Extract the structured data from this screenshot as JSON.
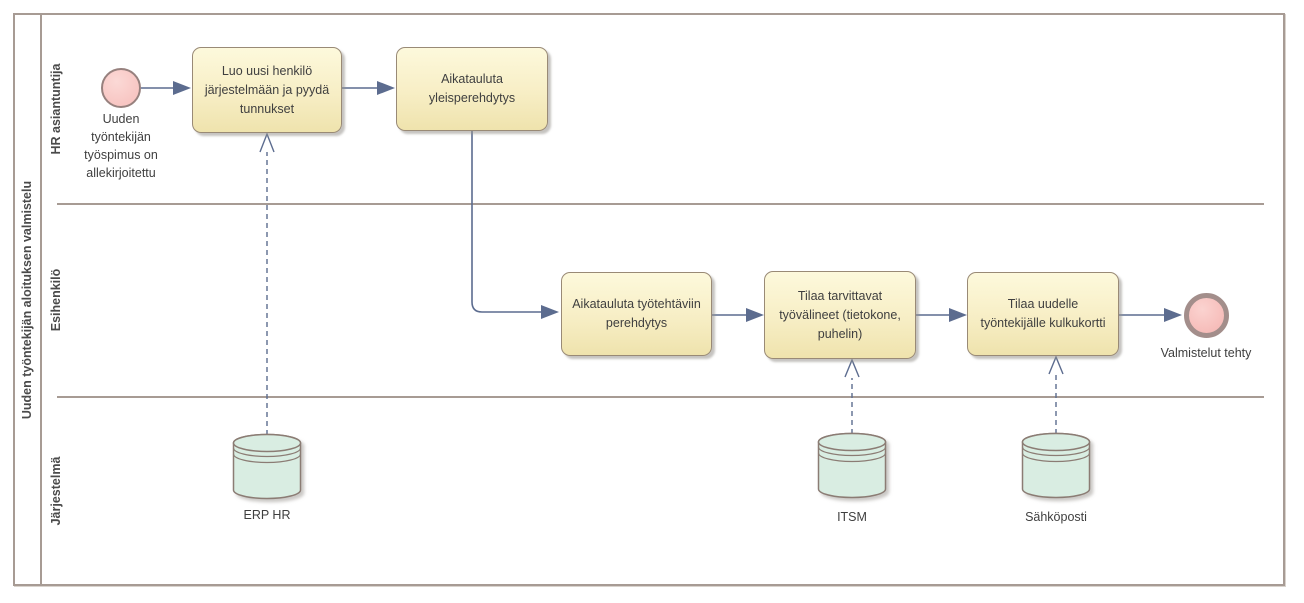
{
  "pool": {
    "title": "Uuden työntekijän aloituksen valmistelu",
    "lanes": [
      {
        "label": "HR asiantuntija"
      },
      {
        "label": "Esihenkilö"
      },
      {
        "label": "Järjestelmä"
      }
    ]
  },
  "events": {
    "start": {
      "label": "Uuden työntekijän työspimus on allekirjoitettu"
    },
    "end": {
      "label": "Valmistelut tehty"
    }
  },
  "tasks": [
    {
      "label": "Luo uusi henkilö järjestelmään ja pyydä tunnukset"
    },
    {
      "label": "Aikatauluta yleisperehdytys"
    },
    {
      "label": "Aikatauluta työtehtäviin perehdytys"
    },
    {
      "label": "Tilaa tarvittavat työvälineet (tietokone, puhelin)"
    },
    {
      "label": "Tilaa uudelle työntekijälle kulkukortti"
    }
  ],
  "datastores": [
    {
      "label": "ERP HR"
    },
    {
      "label": "ITSM"
    },
    {
      "label": "Sähköposti"
    }
  ],
  "colors": {
    "frame": "#a79b94",
    "flow": "#5c6c8f",
    "task_border": "#998a76",
    "task_top": "#fdf9dc",
    "task_bottom": "#efe3ad",
    "event_fill": "#f8c6c3",
    "event_border": "#97817e",
    "end_ring": "#a38e8b",
    "end_fill": "#f6bcb9",
    "store_fill": "#d9ede2",
    "store_border": "#8b7c74",
    "text": "#3f3f3f"
  }
}
